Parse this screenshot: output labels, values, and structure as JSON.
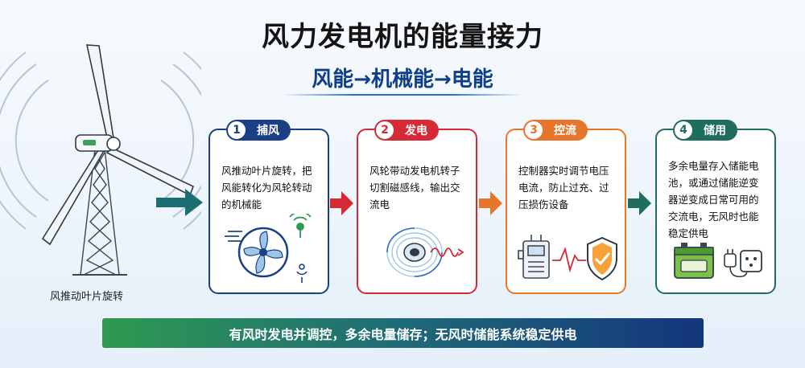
{
  "title": "风力发电机的能量接力",
  "subtitle": "风能→机械能→电能",
  "turbine": {
    "label": "风推动叶片旋转"
  },
  "steps": [
    {
      "num": "1",
      "label": "捕风",
      "text": "风推动叶片旋转，把风能转化为风轮转动的机械能",
      "color": "#1a3f85"
    },
    {
      "num": "2",
      "label": "发电",
      "text": "风轮带动发电机转子切割磁感线，输出交流电",
      "color": "#d52a35"
    },
    {
      "num": "3",
      "label": "控流",
      "text": "控制器实时调节电压电流，防止过充、过压损伤设备",
      "color": "#e7762b"
    },
    {
      "num": "4",
      "label": "储用",
      "text": "多余电量存入储能电池，或通过储能逆变器逆变成日常可用的交流电，无风时也能稳定供电",
      "color": "#1e6d5f"
    }
  ],
  "banner": "有风时发电并调控，多余电量储存；无风时储能系统稳定供电"
}
